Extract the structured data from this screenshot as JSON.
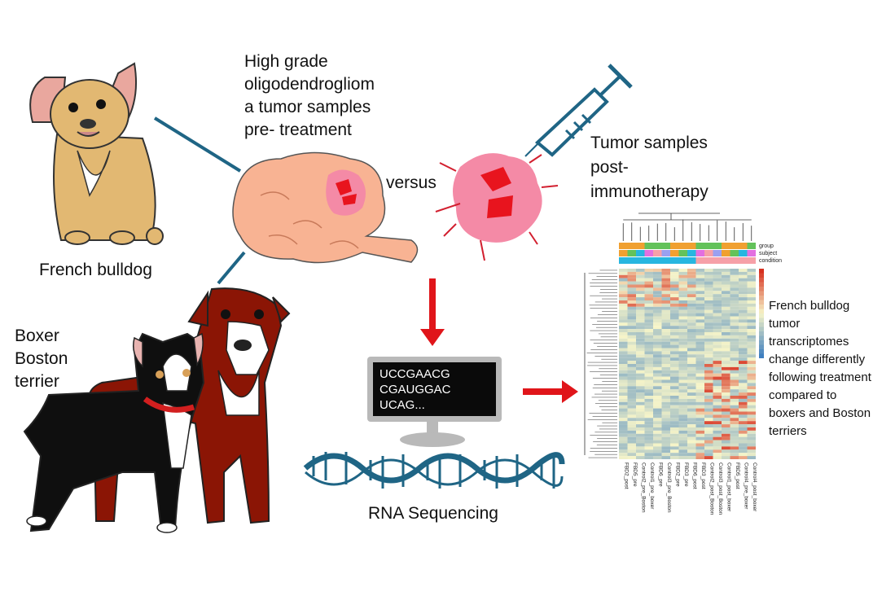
{
  "labels": {
    "french_bulldog": "French bulldog",
    "breed_line1": "Boxer",
    "breed_line2": "Boston",
    "breed_line3": "terrier",
    "pre_line1": "High grade",
    "pre_line2": "oligodendrogliom",
    "pre_line3": "a tumor samples",
    "pre_line4": "pre- treatment",
    "versus": "versus",
    "post_line1": "Tumor samples",
    "post_line2": "post-",
    "post_line3": "immunotherapy",
    "rna_sequencing": "RNA Sequencing",
    "sequence_line1": "UCCGAACG",
    "sequence_line2": "CGAUGGAC",
    "sequence_line3": "UCAG...",
    "finding_line1": "French bulldog",
    "finding_line2": "tumor",
    "finding_line3": "transcriptomes",
    "finding_line4": "change differently",
    "finding_line5": "following treatment",
    "finding_line6": "compared to",
    "finding_line7": "boxers and Boston",
    "finding_line8": "terriers"
  },
  "heatmap": {
    "annotation_rows": [
      "group",
      "subject",
      "condition"
    ],
    "sample_labels": [
      "FBD2_post",
      "FBD5_pre",
      "Control2_pre_Boston",
      "Control1_pre_boxer",
      "FBD6_pre",
      "Control3_pre_Boston",
      "FBD2_pre",
      "FBD3_pre",
      "FBD6_post",
      "FBD3_post",
      "Control2_post_Boston",
      "Control3_post_Boston",
      "Control1_post_boxer",
      "FBD5_post",
      "Control4_pre_boxer",
      "Control4_post_boxer"
    ],
    "colors": {
      "group_pattern": [
        "#f0a030",
        "#63c25a"
      ],
      "condition_pre": "#27b6e0",
      "condition_post": "#f6a0a8",
      "low": "#3f7fc0",
      "mid": "#f7f5c8",
      "high": "#d7301f"
    }
  },
  "colors": {
    "arrow": "#e0151a",
    "dna": "#1f6585",
    "connector": "#1f6585",
    "brain": "#f8b393",
    "tumor": "#f48aa6",
    "monitor_screen": "#0a0a0a",
    "monitor_frame": "#b9b9b9"
  }
}
